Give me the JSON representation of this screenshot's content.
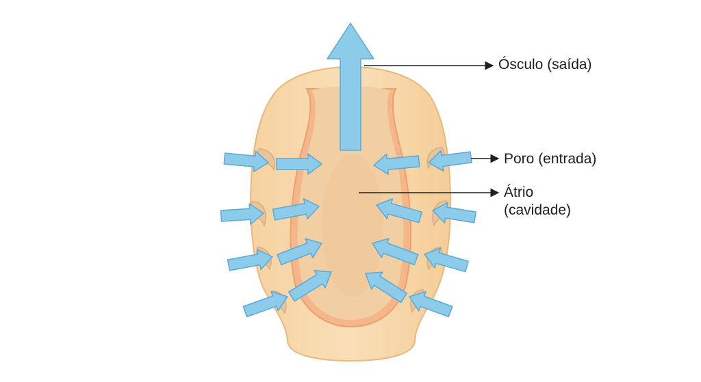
{
  "labels": {
    "osculum": "Ósculo (saída)",
    "pore": "Poro (entrada)",
    "atrium_line1": "Átrio",
    "atrium_line2": "(cavidade)"
  },
  "colors": {
    "body_fill": "#f7d8a8",
    "body_stroke": "#eab87a",
    "inner_wall": "#f4b68a",
    "atrium_fill": "#f2cfa2",
    "pore_fill": "#e8c49a",
    "arrow_fill": "#8ccbe9",
    "arrow_stroke": "#5aa9d6",
    "pointer": "#1e1e1e"
  },
  "icons": {
    "flow_arrow": "water-flow-arrow-icon",
    "pointer_arrow": "pointer-arrow-icon"
  }
}
